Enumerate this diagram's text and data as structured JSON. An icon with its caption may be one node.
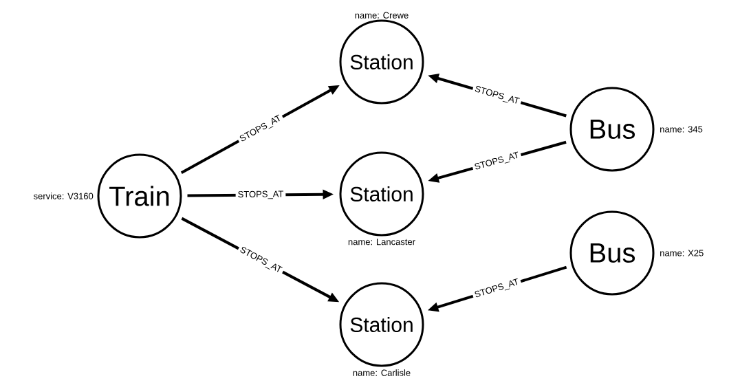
{
  "diagram": {
    "nodes": [
      {
        "text": [
          "Station"
        ],
        "beside": [
          "name: Crewe"
        ]
      },
      {
        "text": [
          "Bus"
        ],
        "beside": [
          "name: 345"
        ]
      },
      {
        "text": [
          "Train"
        ],
        "beside": [
          "service: V3160"
        ]
      },
      {
        "text": [
          "Station"
        ],
        "beside": [
          "name: Lancaster"
        ]
      },
      {
        "text": [
          "Bus"
        ],
        "beside": [
          "name: X25"
        ]
      },
      {
        "text": [
          "Station"
        ],
        "beside": [
          "name: Carlisle"
        ]
      }
    ],
    "edges": [
      {
        "from": 2,
        "to": 0,
        "arrow": "to",
        "label": "STOPS_AT"
      },
      {
        "from": 2,
        "to": 3,
        "arrow": "to",
        "label": "STOPS_AT"
      },
      {
        "from": 2,
        "to": 5,
        "arrow": "to",
        "label": "STOPS_AT"
      },
      {
        "from": 1,
        "to": 0,
        "arrow": "to",
        "label": "STOPS_AT"
      },
      {
        "from": 1,
        "to": 3,
        "arrow": "to",
        "label": "STOPS_AT"
      },
      {
        "from": 4,
        "to": 5,
        "arrow": "to",
        "label": "STOPS_AT"
      }
    ]
  }
}
